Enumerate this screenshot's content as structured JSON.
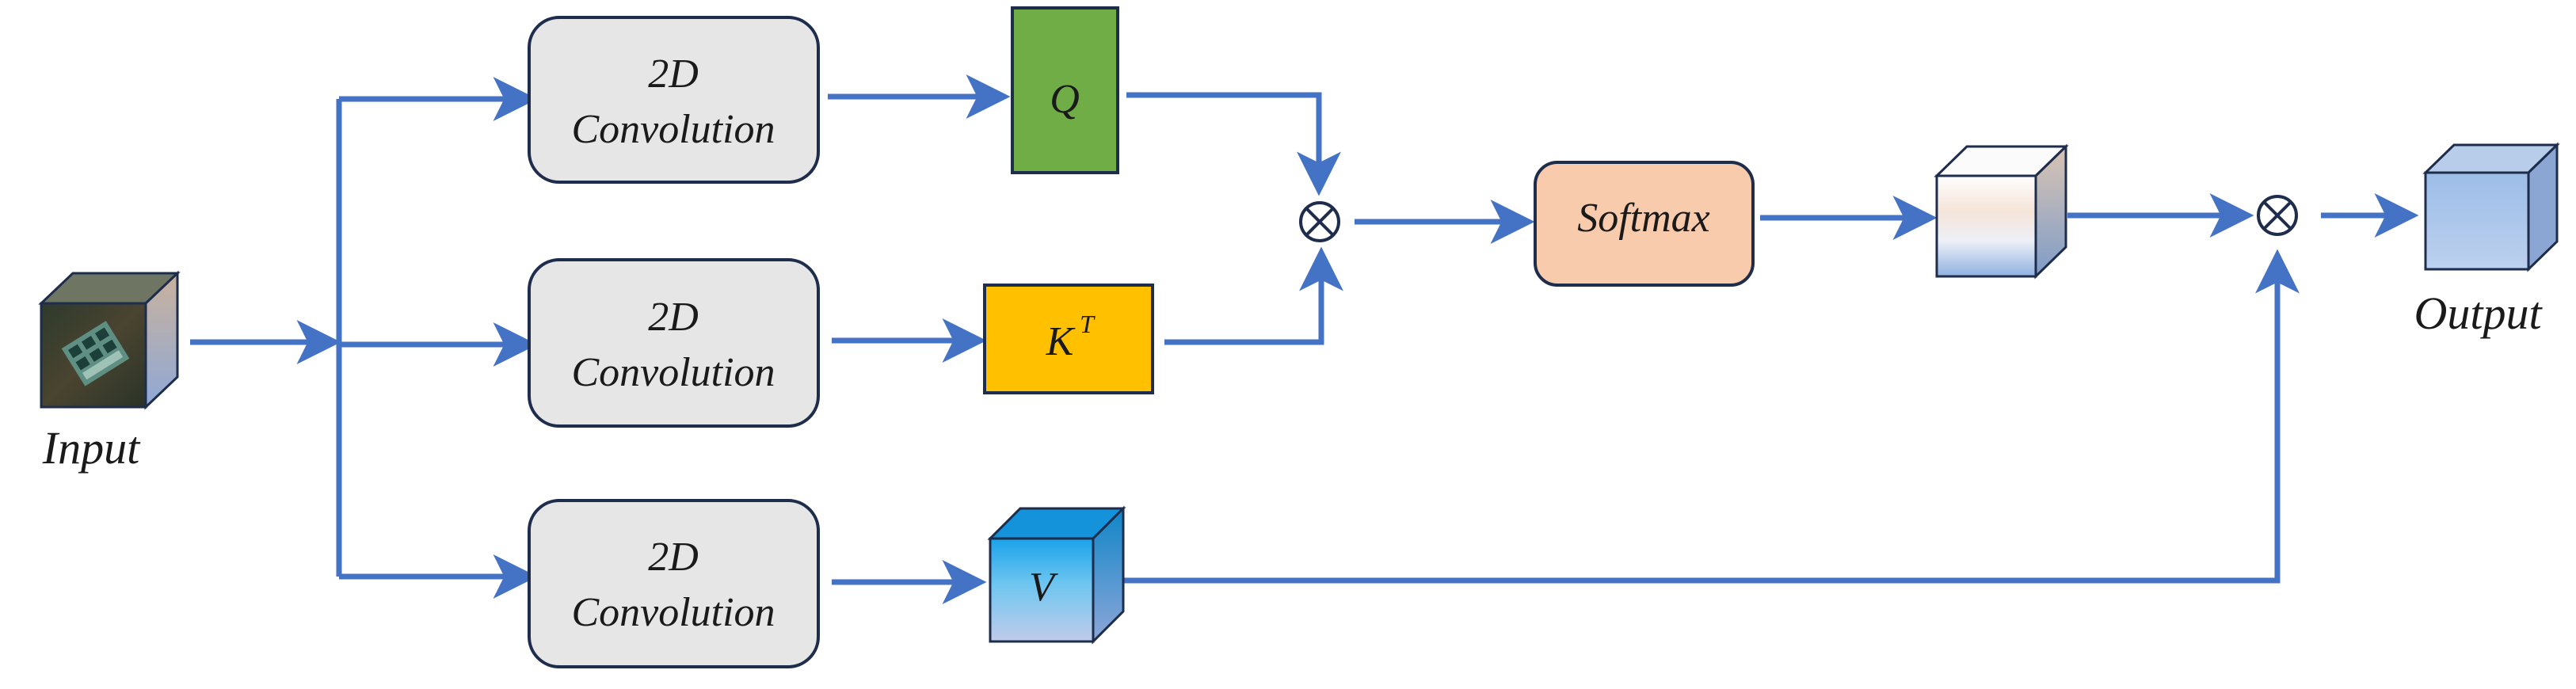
{
  "labels": {
    "input": "Input",
    "output": "Output"
  },
  "conv_blocks": [
    {
      "line1": "2D",
      "line2": "Convolution"
    },
    {
      "line1": "2D",
      "line2": "Convolution"
    },
    {
      "line1": "2D",
      "line2": "Convolution"
    }
  ],
  "q_label": "Q",
  "k_label": "K",
  "k_superscript": "T",
  "v_label": "V",
  "softmax_label": "Softmax",
  "multiply_symbol": "⊗",
  "colors": {
    "arrow": "#4472c4",
    "conv_fill": "#e7e6e6",
    "q_fill": "#70ad47",
    "k_fill": "#ffc000",
    "softmax_fill": "#f8cbad",
    "v_fill": "#2fb0f0",
    "output_fill": "#a9c4eb",
    "outline": "#1f2d4d"
  }
}
